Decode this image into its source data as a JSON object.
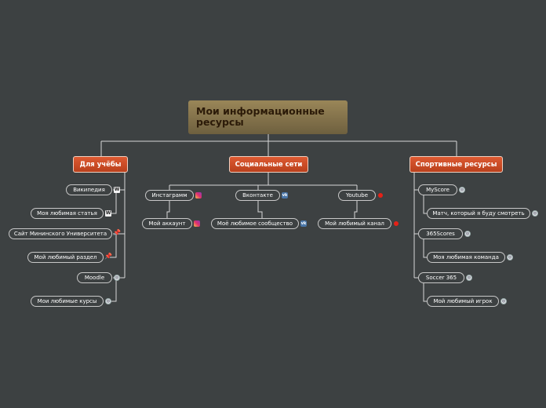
{
  "root": {
    "title": "Мои информационные ресурсы"
  },
  "branches": [
    {
      "label": "Для учёбы",
      "items": [
        {
          "label": "Википедия",
          "icon": "wikipedia-icon"
        },
        {
          "label": "Моя любимая статья",
          "icon": "wikipedia-icon"
        },
        {
          "label": "Сайт Мининского Университета",
          "icon": "pushpin-icon"
        },
        {
          "label": "Мой любимый раздел",
          "icon": "pushpin-icon"
        },
        {
          "label": "Moodle",
          "icon": "globe-icon"
        },
        {
          "label": "Мои любимые курсы",
          "icon": "globe-icon"
        }
      ]
    },
    {
      "label": "Социальные сети",
      "groups": [
        {
          "label": "Инстаграмм",
          "icon": "instagram-icon",
          "child": {
            "label": "Мой аккаунт",
            "icon": "instagram-icon"
          }
        },
        {
          "label": "Вконтакте",
          "icon": "vk-icon",
          "child": {
            "label": "Моё любимое сообщество",
            "icon": "vk-icon"
          }
        },
        {
          "label": "Youtube",
          "icon": "youtube-icon",
          "child": {
            "label": "Мой любимый канал",
            "icon": "youtube-icon"
          }
        }
      ]
    },
    {
      "label": "Спортивные ресурсы",
      "groups": [
        {
          "label": "MyScore",
          "icon": "globe-icon",
          "child": {
            "label": "Матч, который я буду смотреть",
            "icon": "globe-icon"
          }
        },
        {
          "label": "365Scores",
          "icon": "globe-icon",
          "child": {
            "label": "Моя любимая команда",
            "icon": "globe-icon"
          }
        },
        {
          "label": "Soccer 365",
          "icon": "globe-icon",
          "child": {
            "label": "Мой любимый игрок",
            "icon": "globe-icon"
          }
        }
      ]
    }
  ],
  "colors": {
    "background": "#3d4142",
    "root": "#8a7a52",
    "main_topic": "#d04a23",
    "connector": "#d8d8d8"
  }
}
